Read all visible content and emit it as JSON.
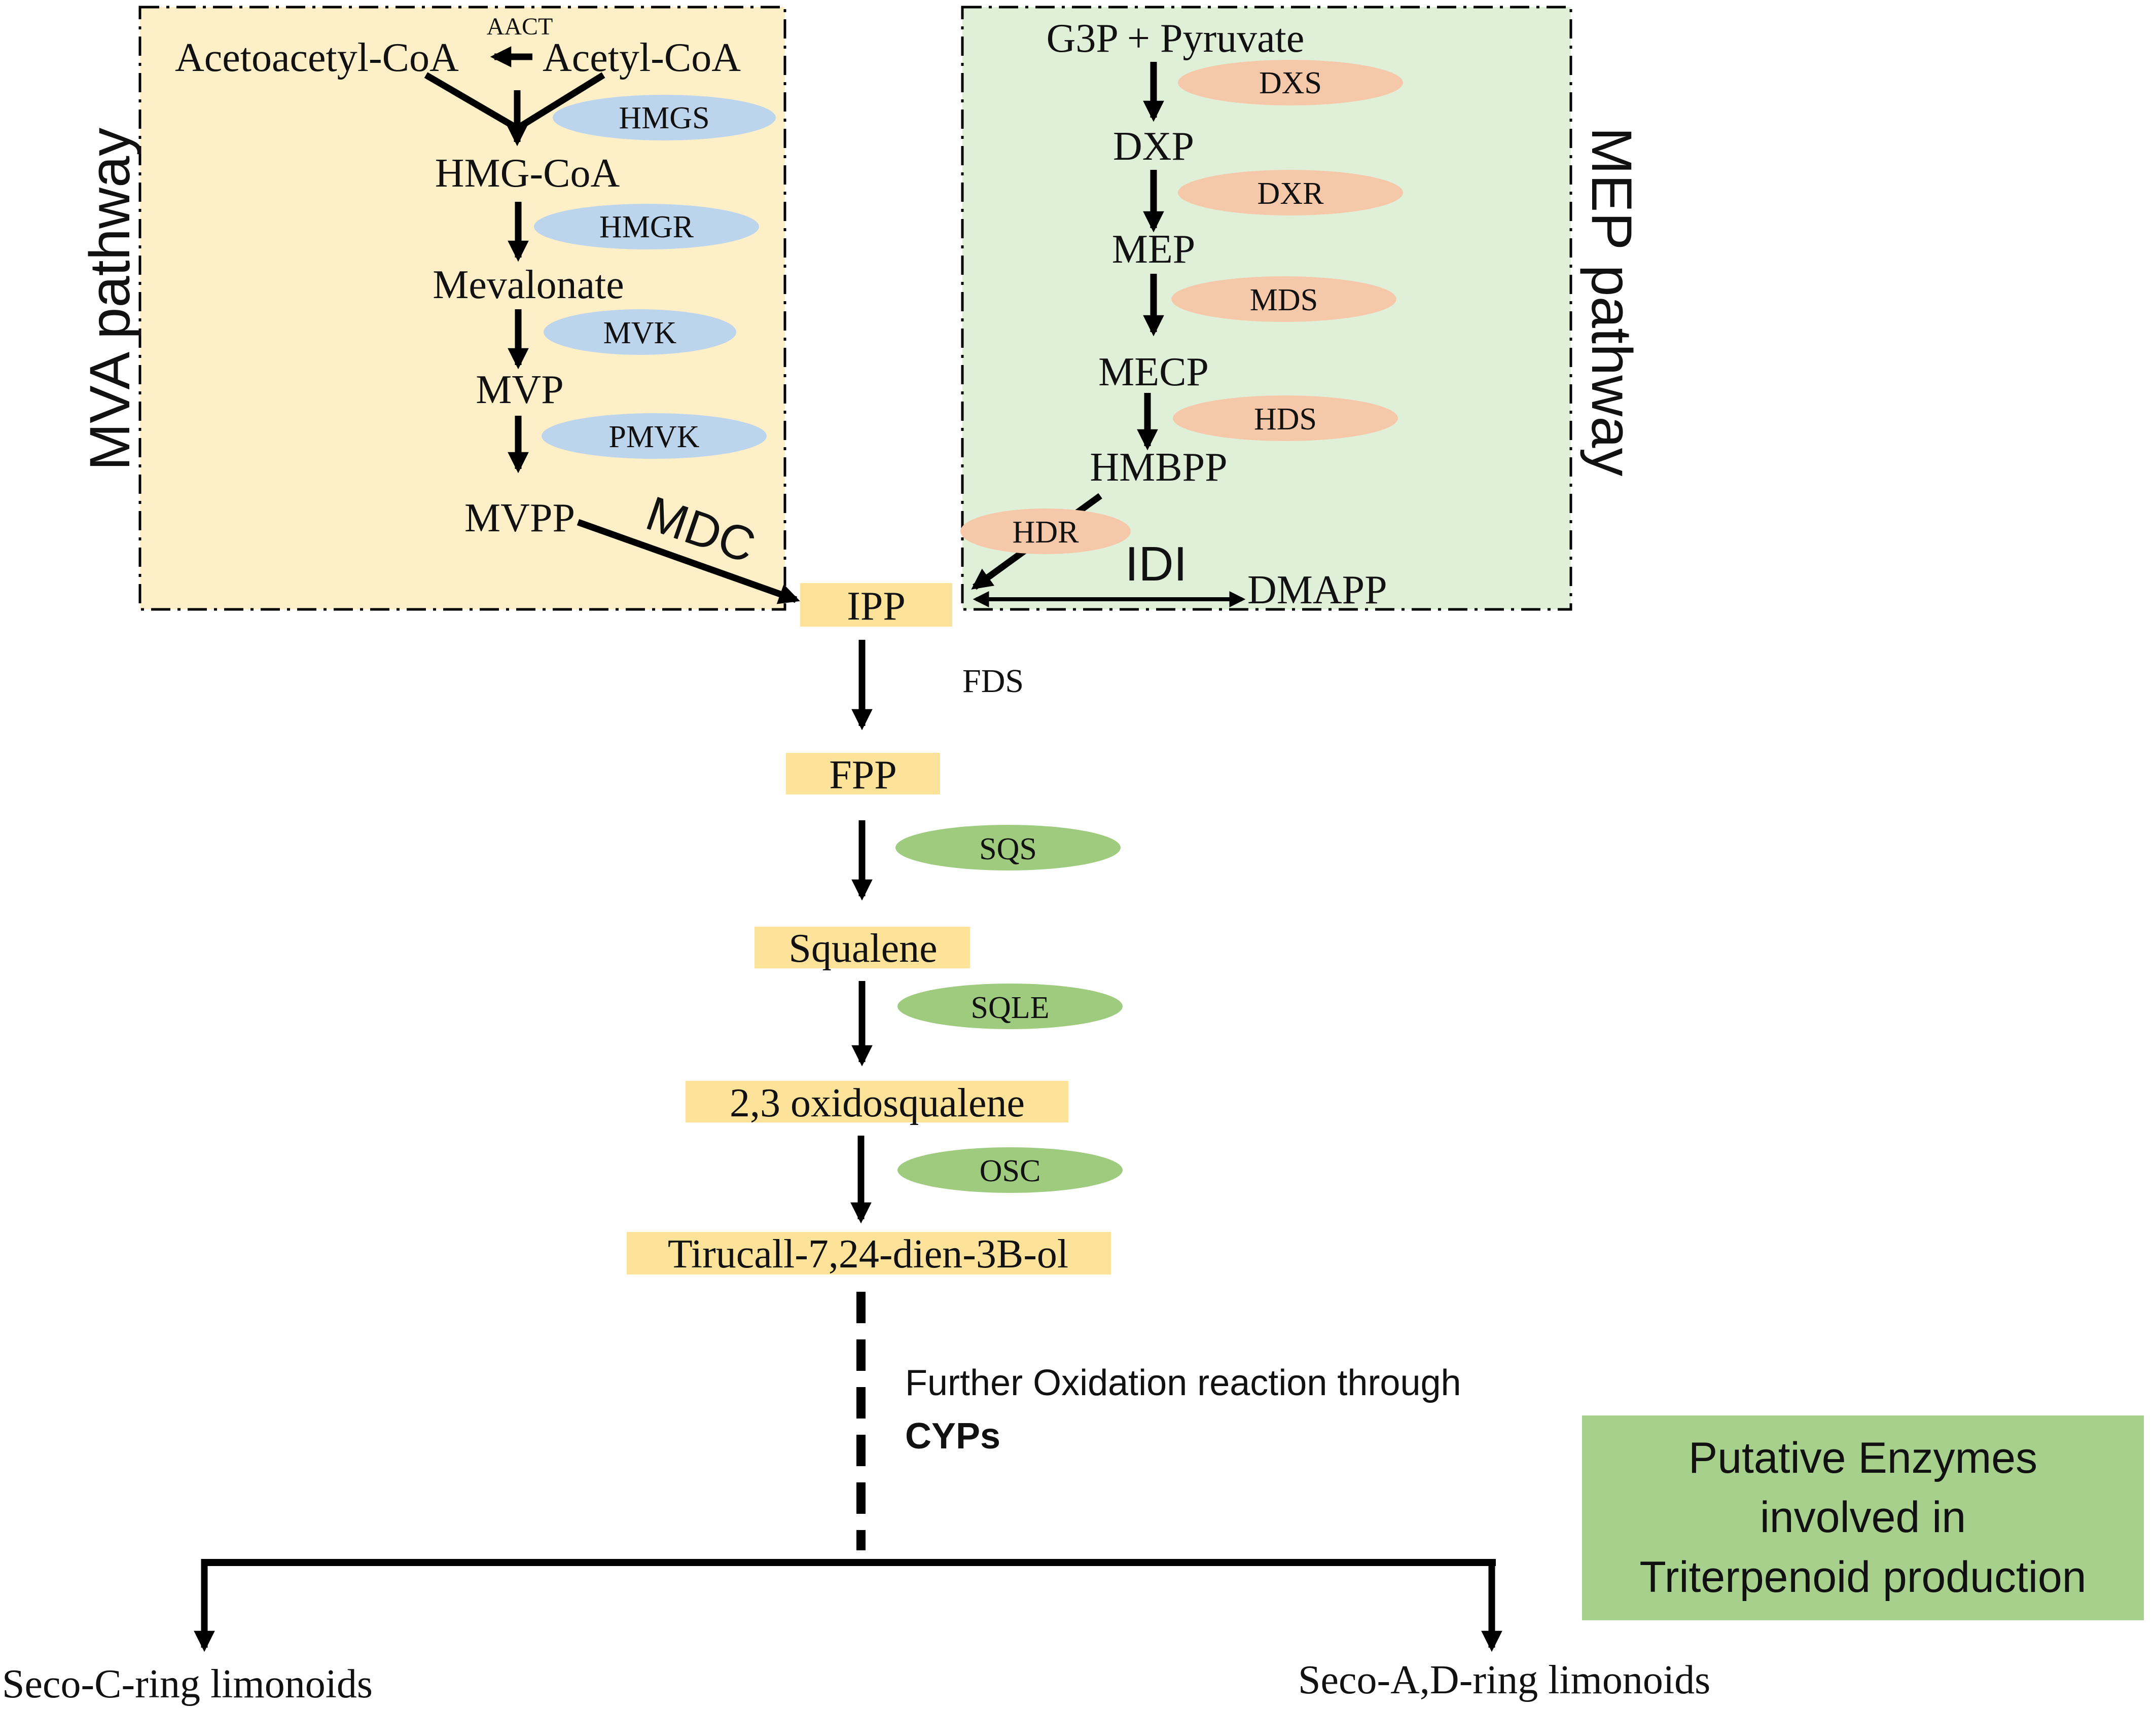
{
  "colors": {
    "mva_bg": "#fdf0c8",
    "mep_bg": "#e0f0d8",
    "mva_enzyme": "#bcd4ec",
    "mep_enzyme": "#f6c8aa",
    "core_enzyme": "#9fcb7f",
    "metabolite_box": "#fde39a",
    "legend_bg": "#a8d08d"
  },
  "mva": {
    "title": "MVA pathway",
    "acetoacetyl": "Acetoacetyl-CoA",
    "aact": "AACT",
    "acetyl": "Acetyl-CoA",
    "hmgs": "HMGS",
    "hmgcoa": "HMG-CoA",
    "hmgr": "HMGR",
    "mevalonate": "Mevalonate",
    "mvk": "MVK",
    "mvp": "MVP",
    "pmvk": "PMVK",
    "mvpp": "MVPP",
    "mdc": "MDC"
  },
  "mep": {
    "title": "MEP pathway",
    "g3p": "G3P + Pyruvate",
    "dxs": "DXS",
    "dxp": "DXP",
    "dxr": "DXR",
    "mep": "MEP",
    "mds": "MDS",
    "mecp": "MECP",
    "hds": "HDS",
    "hmbpp": "HMBPP",
    "hdr": "HDR",
    "idi": "IDI",
    "dmapp": "DMAPP"
  },
  "core": {
    "ipp": "IPP",
    "fds": "FDS",
    "fpp": "FPP",
    "sqs": "SQS",
    "squalene": "Squalene",
    "sqle": "SQLE",
    "oxido": "2,3 oxidosqualene",
    "osc": "OSC",
    "tirucall": "Tirucall-7,24-dien-3B-ol",
    "further": "Further Oxidation reaction through",
    "cyps": "CYPs",
    "seco_c": "Seco-C-ring limonoids",
    "seco_ad": "Seco-A,D-ring limonoids"
  },
  "legend": {
    "line1": "Putative Enzymes",
    "line2": "involved in",
    "line3": "Triterpenoid production"
  }
}
